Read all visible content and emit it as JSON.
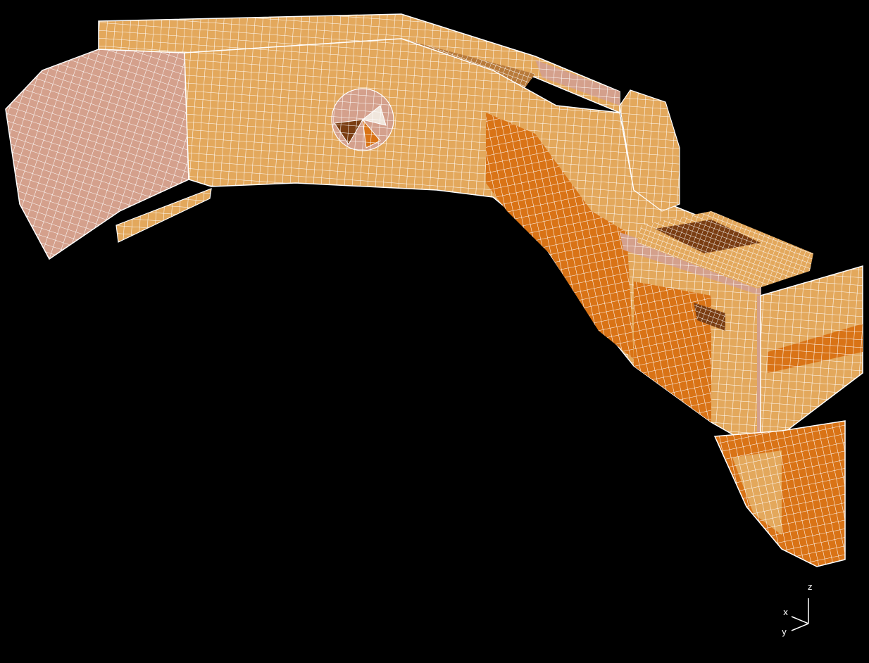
{
  "viewport": {
    "background": "#000000",
    "mesh_line_color": "#ffffff"
  },
  "model": {
    "element_colors": [
      "#e3a85c",
      "#d4a08c",
      "#d97316",
      "#7a3d12",
      "#f0e6dc"
    ]
  },
  "triad": {
    "z_label": "z",
    "x_label": "x",
    "y_label": "y"
  }
}
